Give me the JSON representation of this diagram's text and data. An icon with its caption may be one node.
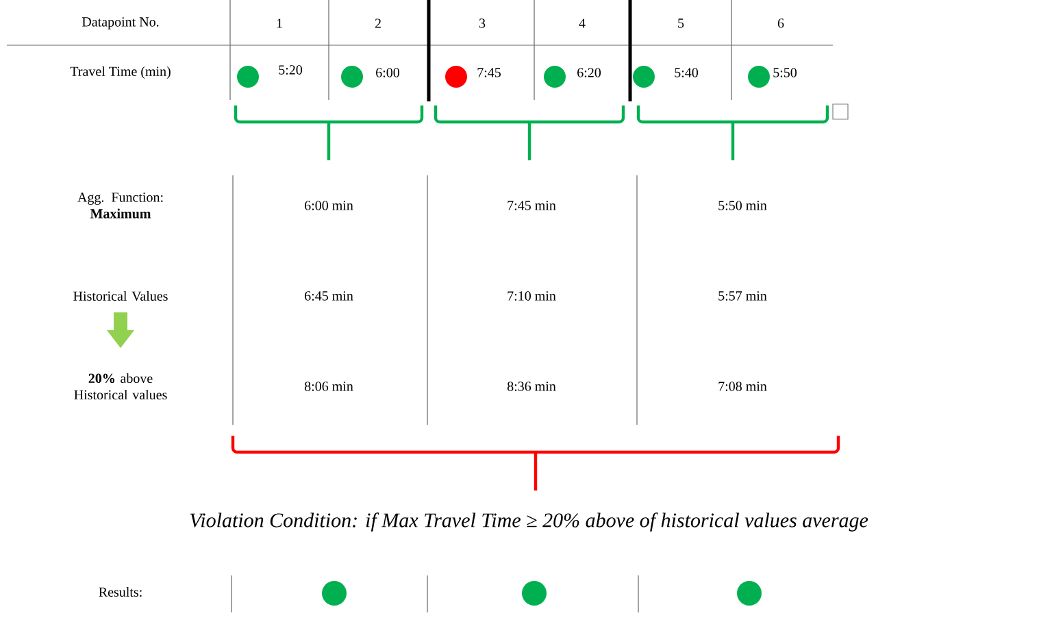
{
  "diagram": {
    "labels": [
      "Datapoint No.",
      "1",
      "2",
      "3",
      "4",
      "5",
      "6",
      "Travel Time (min)",
      "5:20",
      "6:00",
      "7:45",
      "6:20",
      "5:40",
      "5:50",
      "Agg. Function: **Maximum**",
      "6:00 min",
      "7:45 min",
      "5:50 min",
      "Historical Values",
      "6:45 min",
      "7:10 min",
      "5:57 min",
      "**20%** above Historical values",
      "8:06 min",
      "8:36 min",
      "7:08 min",
      "Violation Condition: if Max Travel Time ≥ 20% above of historical values average",
      "Results:"
    ]
  }
}
